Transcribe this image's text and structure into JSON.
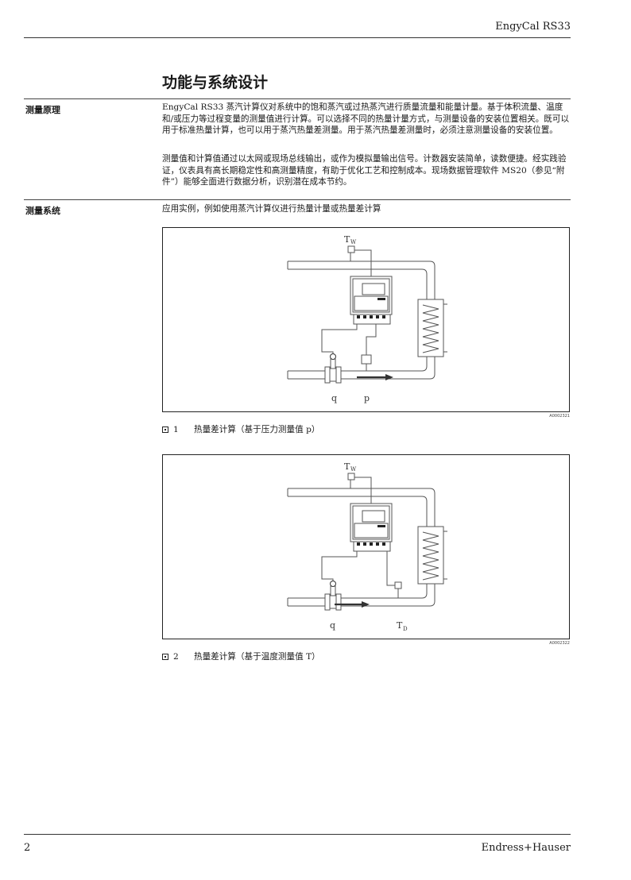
{
  "header": {
    "product": "EngyCal RS33"
  },
  "page_title": "功能与系统设计",
  "sections": [
    {
      "label": "测量原理",
      "paragraphs": [
        "EngyCal RS33 蒸汽计算仪对系统中的饱和蒸汽或过热蒸汽进行质量流量和能量计量。基于体积流量、温度和/或压力等过程变量的测量值进行计算。可以选择不同的热量计量方式，与测量设备的安装位置相关。既可以用于标准热量计算，也可以用于蒸汽热量差测量。用于蒸汽热量差测量时，必须注意测量设备的安装位置。",
        "测量值和计算值通过以太网或现场总线输出，或作为模拟量输出信号。计数器安装简单，读数便捷。经实践验证，仪表具有高长期稳定性和高测量精度，有助于优化工艺和控制成本。现场数据管理软件 MS20（参见“附件”）能够全面进行数据分析，识别潜在成本节约。"
      ]
    },
    {
      "label": "测量系统",
      "intro": "应用实例，例如使用蒸汽计算仪进行热量计量或热量差计算"
    }
  ],
  "figures": [
    {
      "code": "A0002321",
      "number": "1",
      "caption": "热量差计算（基于压力测量值 p）",
      "labels": {
        "top": "T",
        "top_sub": "W",
        "left": "q",
        "right": "p",
        "right_sub": ""
      }
    },
    {
      "code": "A0002322",
      "number": "2",
      "caption": "热量差计算（基于温度测量值 T）",
      "labels": {
        "top": "T",
        "top_sub": "W",
        "left": "q",
        "right": "T",
        "right_sub": "D"
      }
    }
  ],
  "footer": {
    "page": "2",
    "brand": "Endress+Hauser"
  }
}
